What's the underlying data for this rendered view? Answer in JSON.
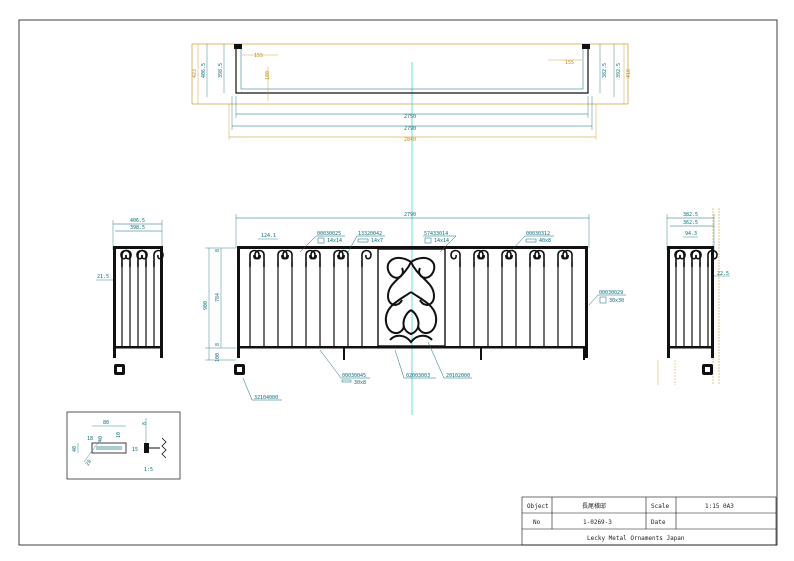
{
  "top_view": {
    "total_width_inner": "2750",
    "total_width_mid": "2790",
    "total_width_outer": "2840",
    "left_depth_1": "406.5",
    "left_depth_2": "398.5",
    "left_depth_outer": "423",
    "left_post_offset": "155",
    "left_gap": "100",
    "right_post_offset": "155",
    "right_depth_1": "382.5",
    "right_depth_2": "392.5",
    "right_depth_outer": "410"
  },
  "front_view": {
    "overall_width": "2790",
    "pitch": "124.1",
    "height_total": "900",
    "height_panel": "784",
    "dim_top": "8",
    "dim_bottom_1": "100",
    "dim_bottom_2": "8",
    "parts": [
      {
        "code": "00030025",
        "size": "14x14"
      },
      {
        "code": "13320042",
        "size": "14x7"
      },
      {
        "code": "57433014",
        "size": "14x14"
      },
      {
        "code": "00030312",
        "size": "40x8"
      },
      {
        "code": "00030029",
        "size": "30x30"
      },
      {
        "code": "00030045",
        "size": "30x8"
      },
      {
        "code": "02003003",
        "size": ""
      },
      {
        "code": "20102000",
        "size": ""
      },
      {
        "code": "32104000",
        "size": ""
      }
    ]
  },
  "left_side_view": {
    "width_1": "406.5",
    "width_2": "398.5",
    "post_offset": "21.5"
  },
  "right_side_view": {
    "width_1": "382.5",
    "width_2": "362.5",
    "inner": "94.3",
    "post_offset": "22.5"
  },
  "detail": {
    "width": "80",
    "dim_a": "40",
    "dim_b": "8",
    "dim_c": "10",
    "dim_d": "15",
    "dim_e": "40",
    "dim_f": "18",
    "dim_g": "20",
    "scale": "1:5"
  },
  "title_block": {
    "object_label": "Object",
    "object_value": "長尾様邸",
    "scale_label": "Scale",
    "scale_value": "1:15 0A3",
    "no_label": "No",
    "no_value": "1-0269-3",
    "date_label": "Date",
    "date_value": "",
    "company": "Lecky Metal Ornaments Japan"
  },
  "colors": {
    "cyan": "#0a6e78",
    "orange": "#c98a10",
    "ink": "#111111",
    "centerline": "#2fd0d0"
  }
}
